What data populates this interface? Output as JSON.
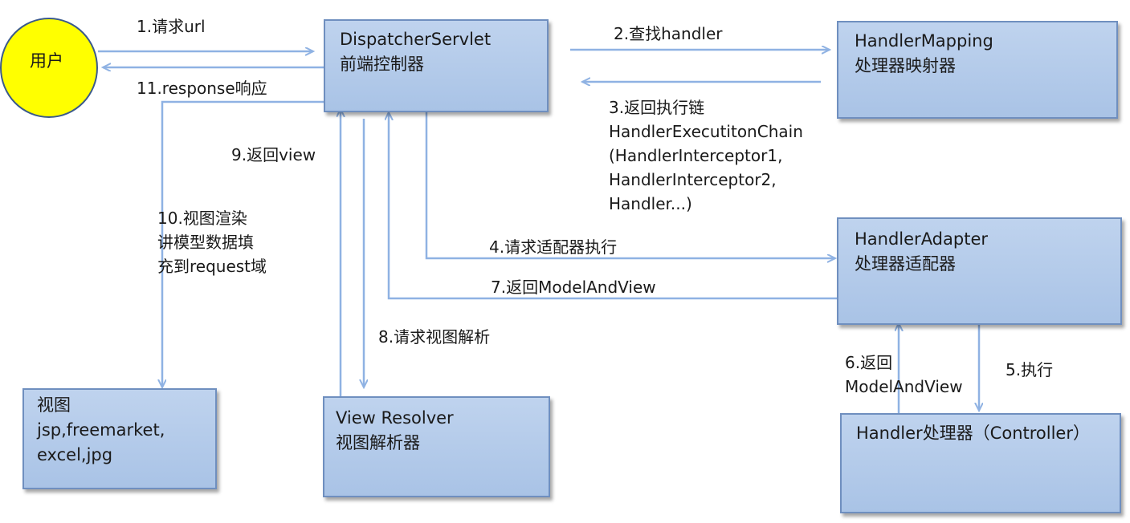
{
  "nodes": {
    "user": "用户",
    "dispatcher": {
      "line1": "DispatcherServlet",
      "line2": "前端控制器"
    },
    "handler_mapping": {
      "line1": "HandlerMapping",
      "line2": "处理器映射器"
    },
    "handler_adapter": {
      "line1": "HandlerAdapter",
      "line2": "处理器适配器"
    },
    "handler": {
      "line1": "Handler处理器（Controller）"
    },
    "view_resolver": {
      "line1": "View Resolver",
      "line2": "视图解析器"
    },
    "view": {
      "line1": "视图",
      "line2": "jsp,freemarket,",
      "line3": "excel,jpg"
    }
  },
  "edges": {
    "e1": "1.请求url",
    "e2": "2.查找handler",
    "e3": [
      "3.返回执行链",
      "HandlerExecutitonChain",
      "(HandlerInterceptor1,",
      "HandlerInterceptor2,",
      "Handler...)"
    ],
    "e4": "4.请求适配器执行",
    "e5": "5.执行",
    "e6": [
      "6.返回",
      "ModelAndView"
    ],
    "e7": "7.返回ModelAndView",
    "e8": "8.请求视图解析",
    "e9": "9.返回view",
    "e10": [
      "10.视图渲染",
      "讲模型数据填",
      "充到request域"
    ],
    "e11": "11.response响应"
  },
  "colors": {
    "box_fill": "#b8cfec",
    "box_border": "#6f8fbf",
    "arrow": "#8fb2e3",
    "user_fill": "#ffff00"
  }
}
